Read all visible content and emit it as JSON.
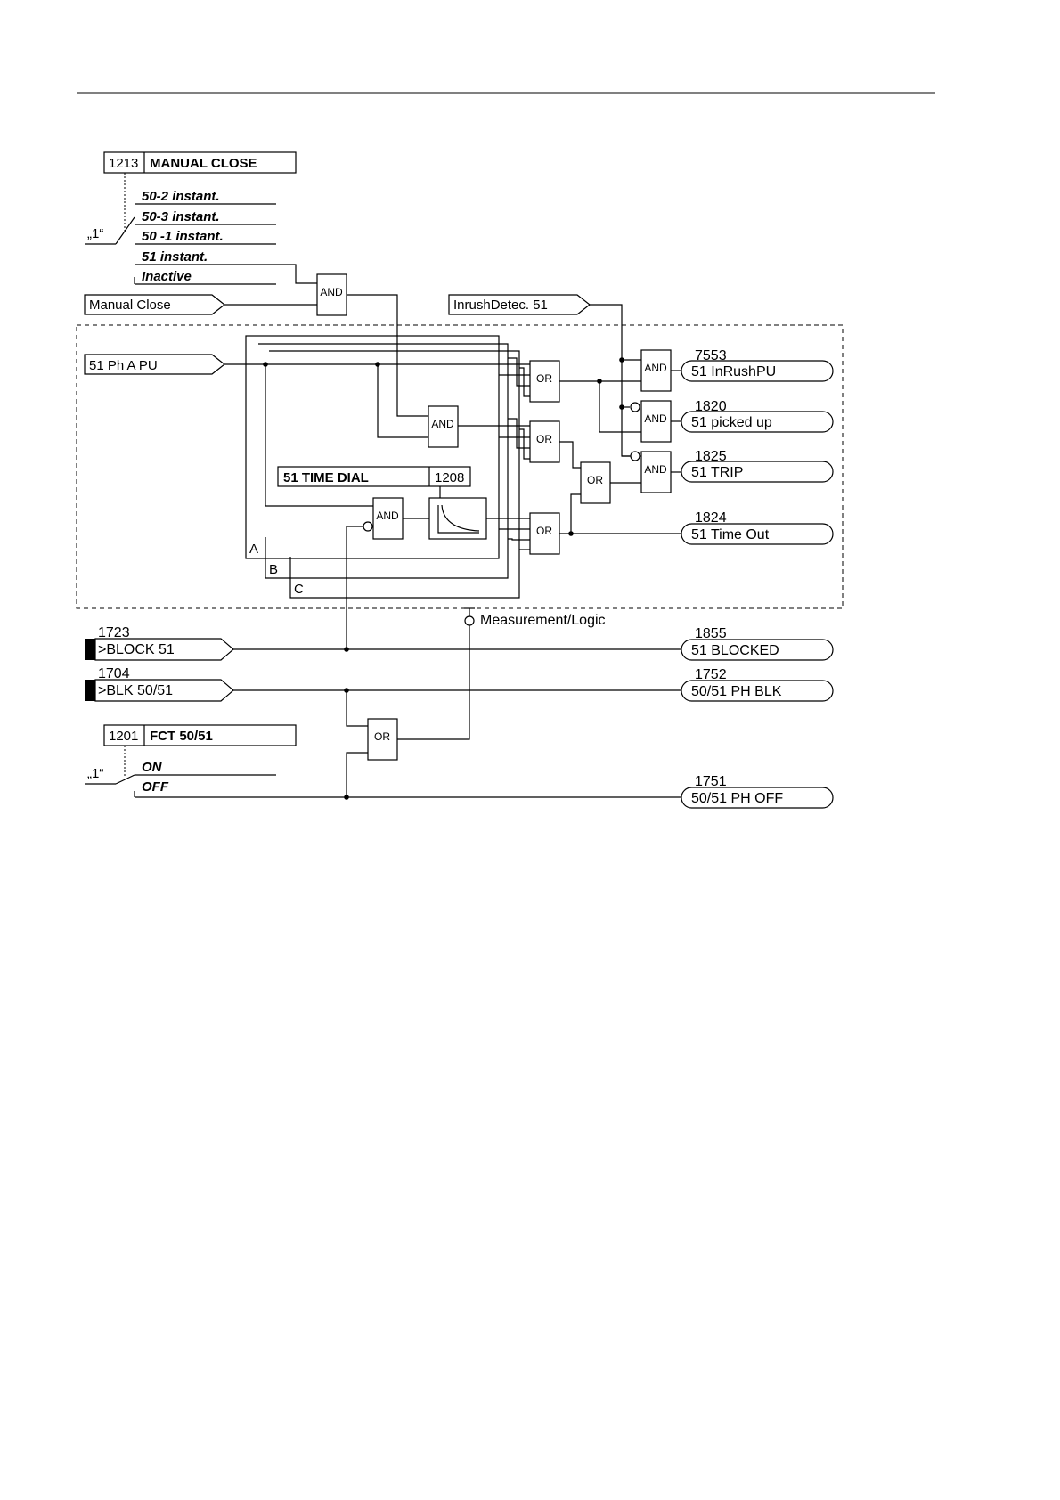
{
  "settings": {
    "manual_close": {
      "address": "1213",
      "name": "MANUAL CLOSE",
      "default_mark": "„1“",
      "options": [
        "50-2 instant.",
        "50-3 instant.",
        "50 -1 instant.",
        "51 instant.",
        "Inactive"
      ]
    },
    "time_dial": {
      "name": "51 TIME DIAL",
      "address": "1208"
    },
    "fct": {
      "address": "1201",
      "name": "FCT 50/51",
      "default_mark": "„1“",
      "options": [
        "ON",
        "OFF"
      ]
    }
  },
  "inputs": {
    "manual_close": "Manual Close",
    "inrush": "InrushDetec. 51",
    "phase_pickup": "51 Ph A PU",
    "block51": {
      "address": "1723",
      "label": ">BLOCK 51"
    },
    "blk5051": {
      "address": "1704",
      "label": ">BLK 50/51"
    }
  },
  "gates": {
    "and": "AND",
    "or": "OR"
  },
  "phases": [
    "A",
    "B",
    "C"
  ],
  "measurement_label": "Measurement/Logic",
  "outputs": [
    {
      "address": "7553",
      "label": "51 InRushPU"
    },
    {
      "address": "1820",
      "label": "51 picked up"
    },
    {
      "address": "1825",
      "label": "51 TRIP"
    },
    {
      "address": "1824",
      "label": "51 Time Out"
    },
    {
      "address": "1855",
      "label": "51 BLOCKED"
    },
    {
      "address": "1752",
      "label": "50/51 PH BLK"
    },
    {
      "address": "1751",
      "label": "50/51 PH OFF"
    }
  ]
}
